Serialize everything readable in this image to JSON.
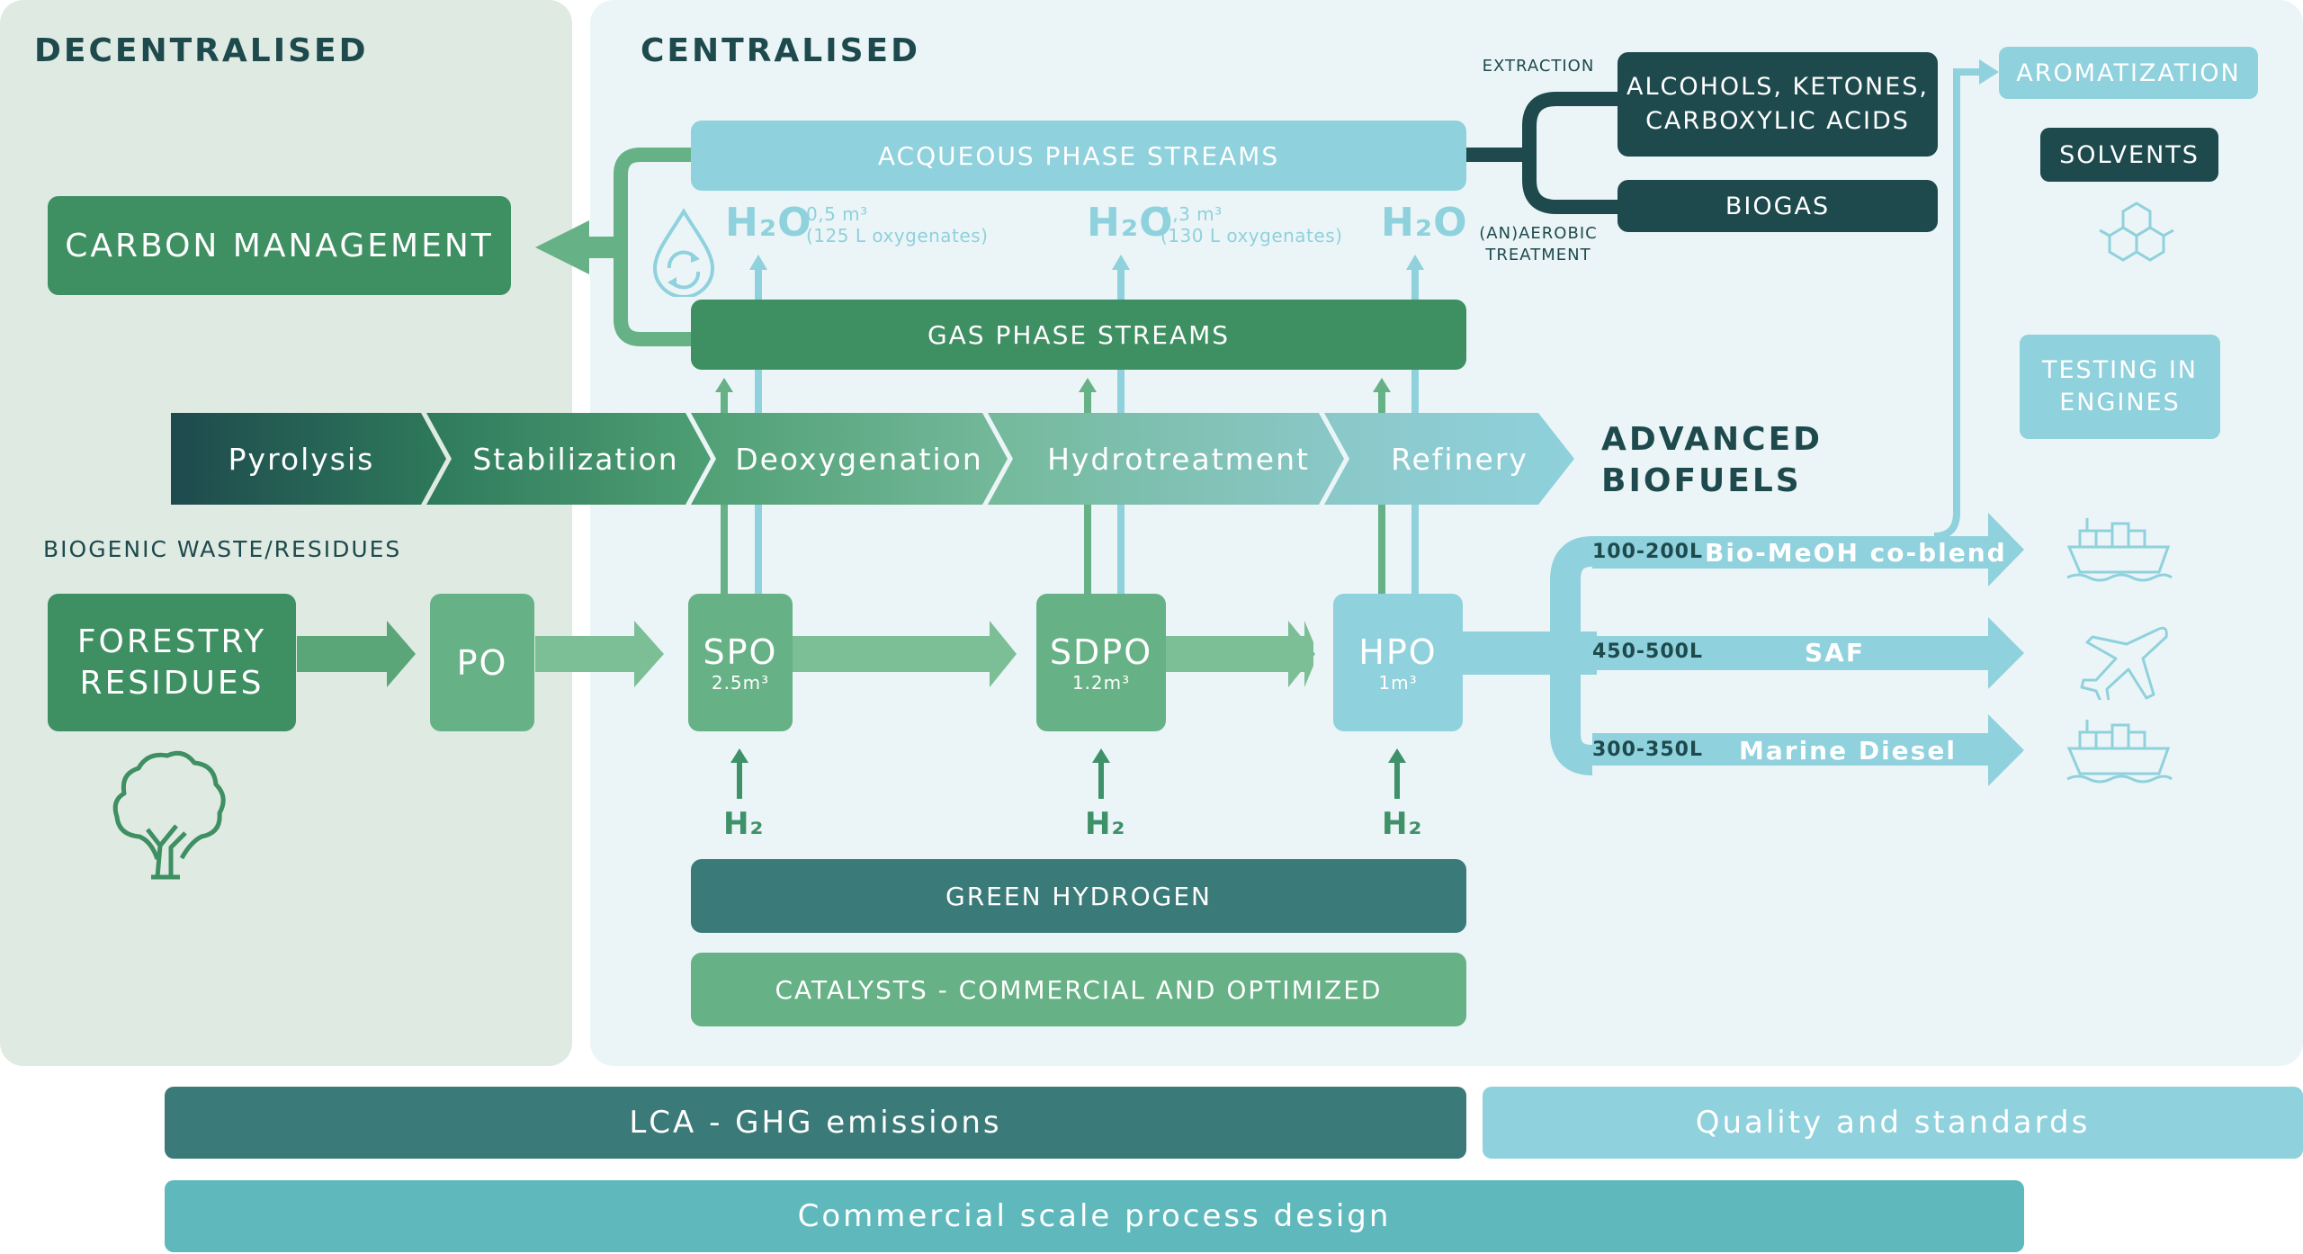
{
  "regions": {
    "decentralised": "DECENTRALISED",
    "centralised": "CENTRALISED"
  },
  "carbon_management": "CARBON MANAGEMENT",
  "aqueous_streams": "ACQUEOUS PHASE STREAMS",
  "gas_streams": "GAS PHASE STREAMS",
  "h2o": [
    {
      "label": "H₂O",
      "note_line1": "0,5 m³",
      "note_line2": "(125 L oxygenates)"
    },
    {
      "label": "H₂O",
      "note_line1": "1,3 m³",
      "note_line2": "(130 L oxygenates)"
    },
    {
      "label": "H₂O"
    }
  ],
  "extraction_label": "EXTRACTION",
  "anaerobic_label_line1": "(AN)AEROBIC",
  "anaerobic_label_line2": "TREATMENT",
  "alcohols_line1": "ALCOHOLS, KETONES,",
  "alcohols_line2": "CARBOXYLIC ACIDS",
  "biogas": "BIOGAS",
  "aromatization": "AROMATIZATION",
  "solvents": "SOLVENTS",
  "testing_line1": "TESTING IN",
  "testing_line2": "ENGINES",
  "process_steps": [
    "Pyrolysis",
    "Stabilization",
    "Deoxygenation",
    "Hydrotreatment",
    "Refinery"
  ],
  "advanced_biofuels_line1": "ADVANCED",
  "advanced_biofuels_line2": "BIOFUELS",
  "biogenic_label": "BIOGENIC WASTE/RESIDUES",
  "forestry_line1": "FORESTRY",
  "forestry_line2": "RESIDUES",
  "nodes": {
    "po": {
      "name": "PO"
    },
    "spo": {
      "name": "SPO",
      "volume": "2.5m³"
    },
    "sdpo": {
      "name": "SDPO",
      "volume": "1.2m³"
    },
    "hpo": {
      "name": "HPO",
      "volume": "1m³"
    }
  },
  "h2_labels": [
    "H₂",
    "H₂",
    "H₂"
  ],
  "green_hydrogen": "GREEN HYDROGEN",
  "catalysts": "CATALYSTS - COMMERCIAL AND OPTIMIZED",
  "fuels": [
    {
      "volume": "100-200L",
      "name": "Bio-MeOH co-blend",
      "icon": "ship-icon"
    },
    {
      "volume": "450-500L",
      "name": "SAF",
      "icon": "airplane-icon"
    },
    {
      "volume": "300-350L",
      "name": "Marine Diesel",
      "icon": "ship-icon"
    }
  ],
  "lca": "LCA - GHG emissions",
  "quality": "Quality and standards",
  "commercial": "Commercial scale process design",
  "colors": {
    "dark_teal": "#1e4a4d",
    "green_dark": "#3e8f62",
    "green_mid": "#66b185",
    "light_teal": "#8fd1dc",
    "teal_bar": "#3a7a78",
    "teal_mid": "#5fb8bc"
  }
}
